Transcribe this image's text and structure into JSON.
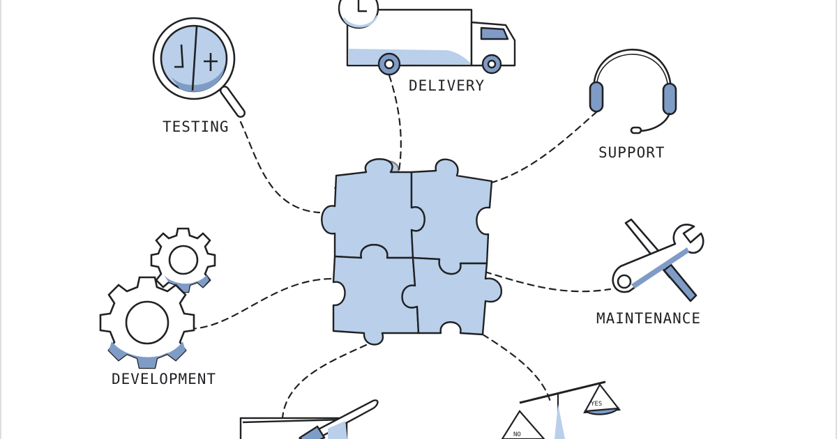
{
  "diagram": {
    "nodes": [
      {
        "key": "testing",
        "label": "TESTING",
        "icon": "magnifying-glass-icon"
      },
      {
        "key": "delivery",
        "label": "DELIVERY",
        "icon": "truck-clock-icon"
      },
      {
        "key": "support",
        "label": "SUPPORT",
        "icon": "headset-icon"
      },
      {
        "key": "maintenance",
        "label": "MAINTENANCE",
        "icon": "wrench-screwdriver-icon"
      },
      {
        "key": "development",
        "label": "DEVELOPMENT",
        "icon": "gears-icon"
      },
      {
        "key": "design",
        "label": "",
        "icon": "paintbrush-icon"
      },
      {
        "key": "decision",
        "label": "",
        "icon": "balance-scale-icon"
      }
    ],
    "scale_labels": {
      "yes": "YES",
      "no": "NO"
    }
  },
  "colors": {
    "accent": "#b9cfea",
    "shadow": "#7f9cc6",
    "ink": "#1f2124"
  }
}
